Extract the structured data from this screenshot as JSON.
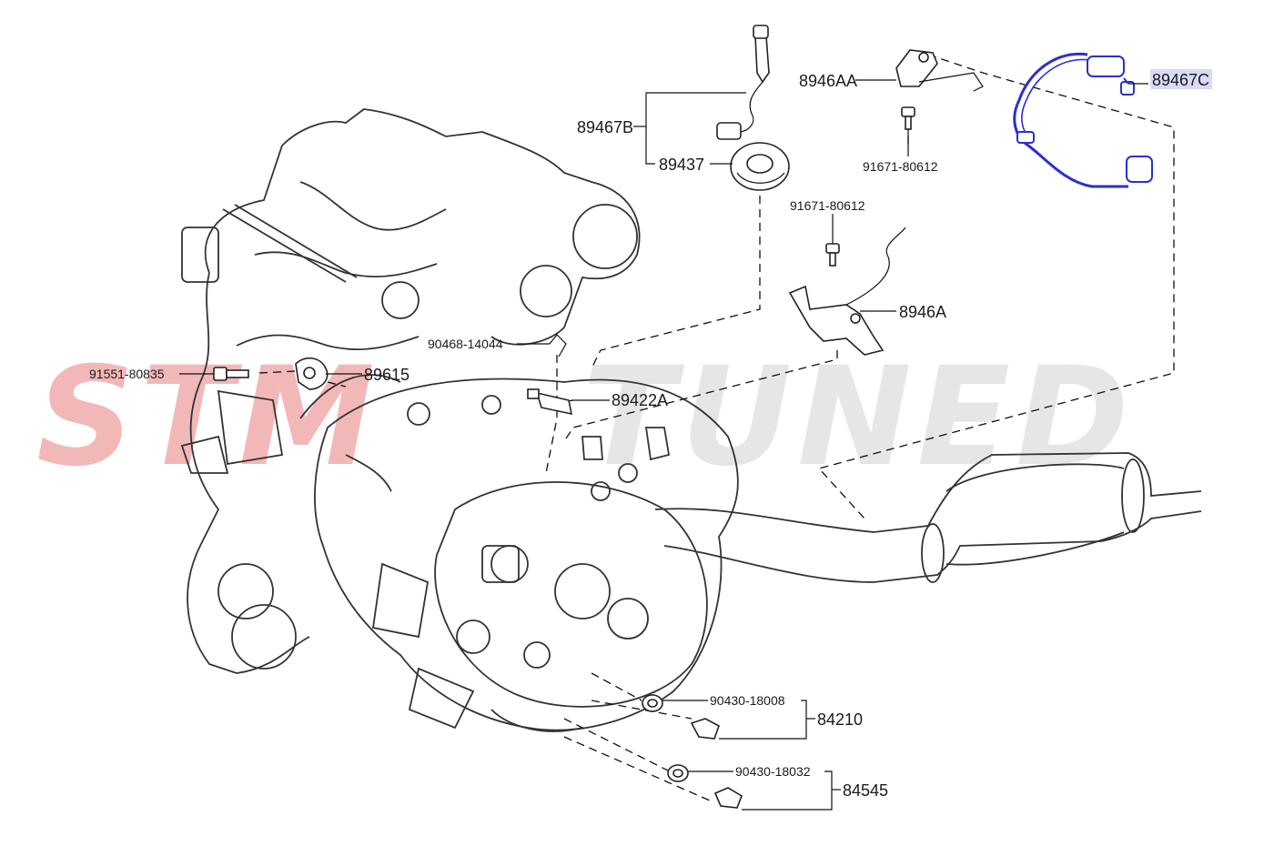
{
  "watermark": {
    "text_left": "STM",
    "text_right": "TUNED",
    "color_left": "#f2b8b8",
    "color_right": "#e6e6e6"
  },
  "highlight_color": "#2b2fcf",
  "highlight_label_bg": "#d8daf7",
  "parts": {
    "p89467B": "89467B",
    "p89437": "89437",
    "p8946AA": "8946AA",
    "p89467C": "89467C",
    "p91671_top": "91671-80612",
    "p91671_mid": "91671-80612",
    "p8946A": "8946A",
    "p90468": "90468-14044",
    "p91551": "91551-80835",
    "p89615": "89615",
    "p89422A": "89422A",
    "p90430_18008": "90430-18008",
    "p84210": "84210",
    "p90430_18032": "90430-18032",
    "p84545": "84545"
  }
}
